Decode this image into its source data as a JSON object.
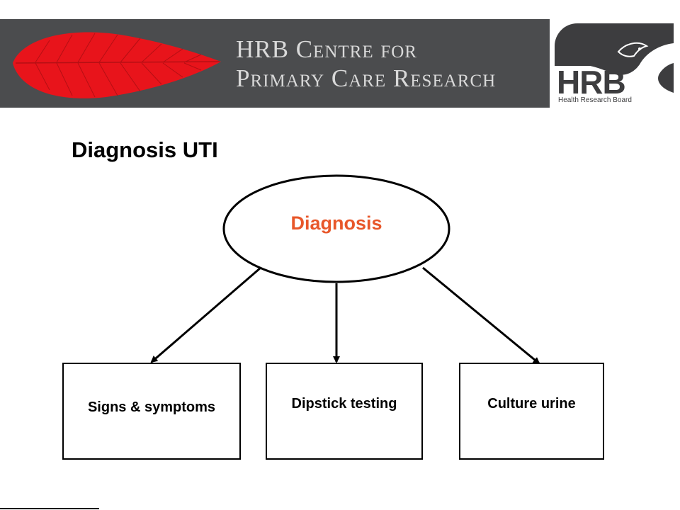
{
  "header": {
    "banner_line1": "HRB Centre for",
    "banner_line2": "Primary Care Research",
    "logo_letters": "HRB",
    "logo_subtitle": "Health Research Board"
  },
  "slide": {
    "title": "Diagnosis UTI"
  },
  "diagram": {
    "root": "Diagnosis",
    "children": [
      "Signs & symptoms",
      "Dipstick testing",
      "Culture urine"
    ]
  },
  "colors": {
    "banner": "#4b4c4e",
    "leaf": "#e8141b",
    "root_text": "#e8572a"
  }
}
